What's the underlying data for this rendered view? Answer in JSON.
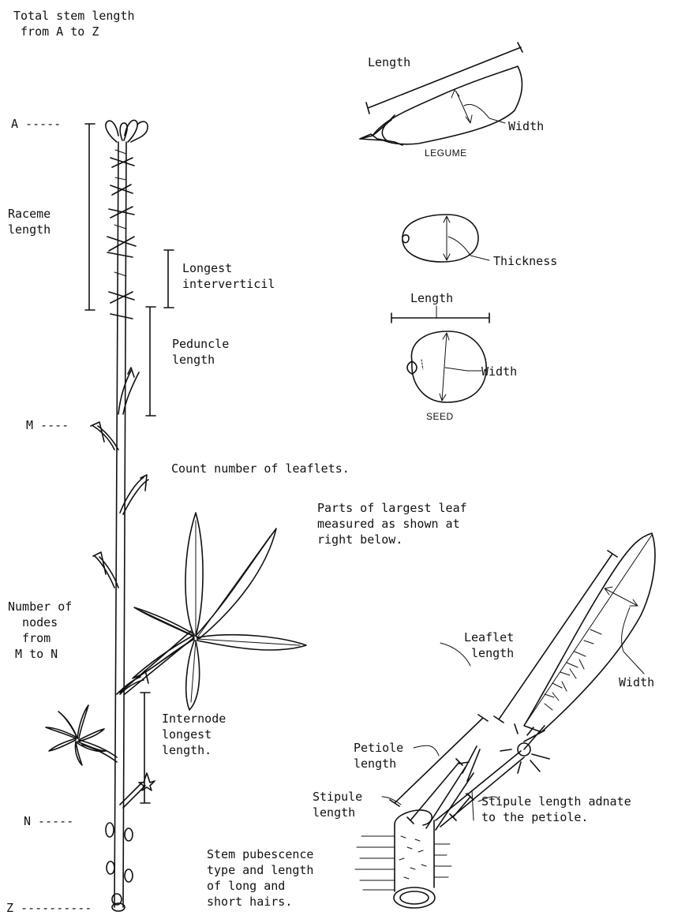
{
  "labels": {
    "total_stem": "Total stem length\n from A to Z",
    "a": "A -----",
    "raceme": "Raceme\nlength",
    "longest_interverticil": "Longest\ninterverticil",
    "peduncle": "Peduncle\nlength",
    "m": "M ----",
    "count_leaflets": "Count number of leaflets.",
    "largest_leaf": "Parts of largest leaf\nmeasured as shown at\nright below.",
    "nodes": "Number of\n  nodes\n  from\n M to N",
    "internode": "Internode\nlongest\nlength.",
    "n": "N -----",
    "z": "Z ----------",
    "stem_pubescence": "Stem pubescence\ntype and length\nof long and\nshort hairs.",
    "legume_length": "Length",
    "legume_width": "Width",
    "legume": "LEGUME",
    "thickness": "Thickness",
    "seed_length": "Length",
    "seed_width": "Width",
    "seed": "SEED",
    "leaflet_length": "Leaflet\n length",
    "leaflet_width": "Width",
    "petiole_length": "Petiole\nlength",
    "stipule_length": "Stipule\nlength",
    "stipule_adnate": "Stipule length adnate\nto the petiole."
  }
}
